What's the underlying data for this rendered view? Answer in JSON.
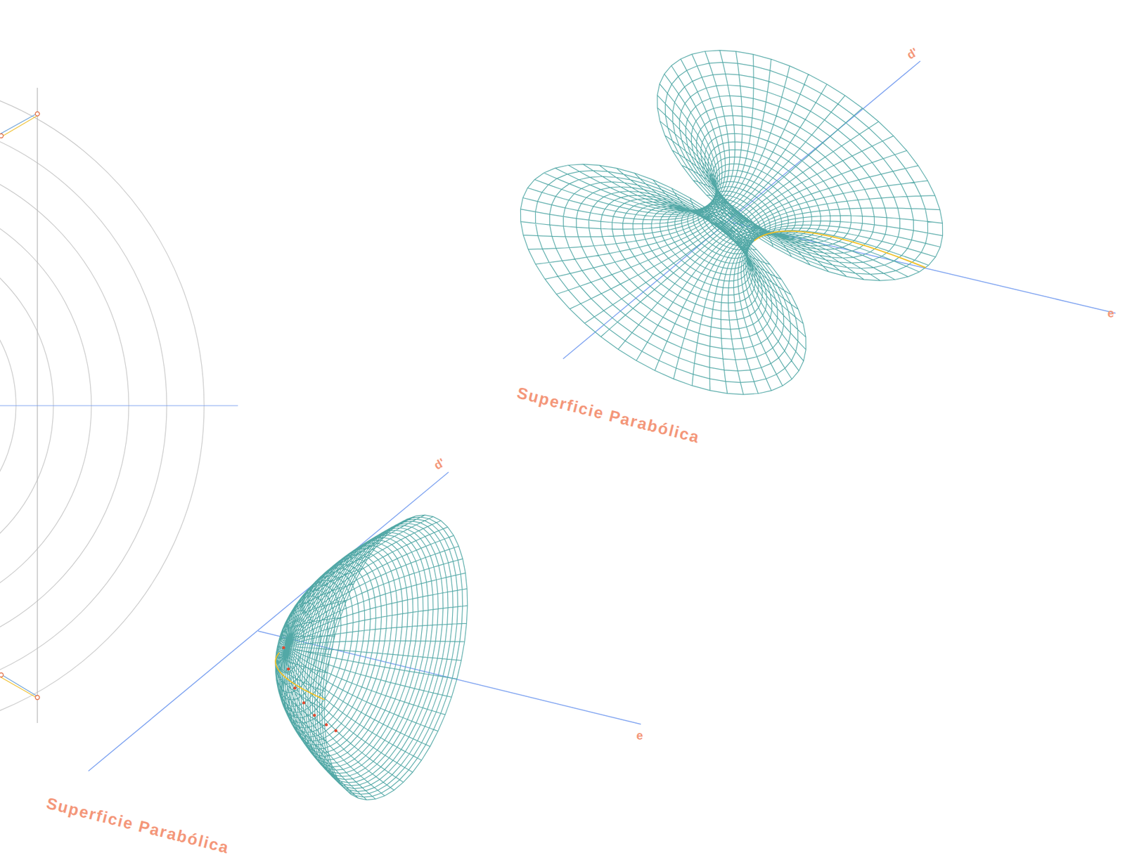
{
  "diagram": {
    "labels": [
      "d'",
      "e",
      "Superficie Parabólica",
      "d'",
      "e",
      "Superficie Parabólica"
    ]
  }
}
